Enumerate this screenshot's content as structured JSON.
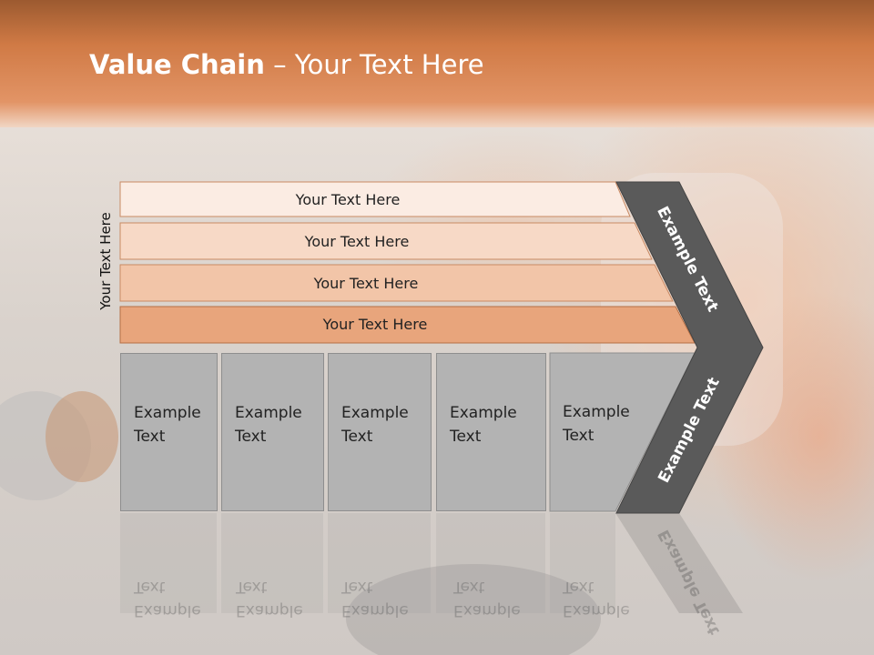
{
  "slide": {
    "title_bold": "Value Chain",
    "title_rest": " – Your Text Here",
    "side_label": "Your Text Here"
  },
  "bars": [
    {
      "label": "Your Text Here"
    },
    {
      "label": "Your Text Here"
    },
    {
      "label": "Your Text Here"
    },
    {
      "label": "Your Text Here"
    }
  ],
  "boxes": [
    {
      "line1": "Example",
      "line2": "Text"
    },
    {
      "line1": "Example",
      "line2": "Text"
    },
    {
      "line1": "Example",
      "line2": "Text"
    },
    {
      "line1": "Example",
      "line2": "Text"
    },
    {
      "line1": "Example",
      "line2": "Text"
    }
  ],
  "chevron": {
    "upper_label": "Example Text",
    "lower_label": "Example Text"
  },
  "colors": {
    "header": "#d2773f",
    "bar_1": "#fbece3",
    "bar_2": "#f7d9c6",
    "bar_3": "#f2c5a8",
    "bar_4": "#e8a57c",
    "box": "#b3b3b3",
    "chevron": "#5a5a5a"
  }
}
